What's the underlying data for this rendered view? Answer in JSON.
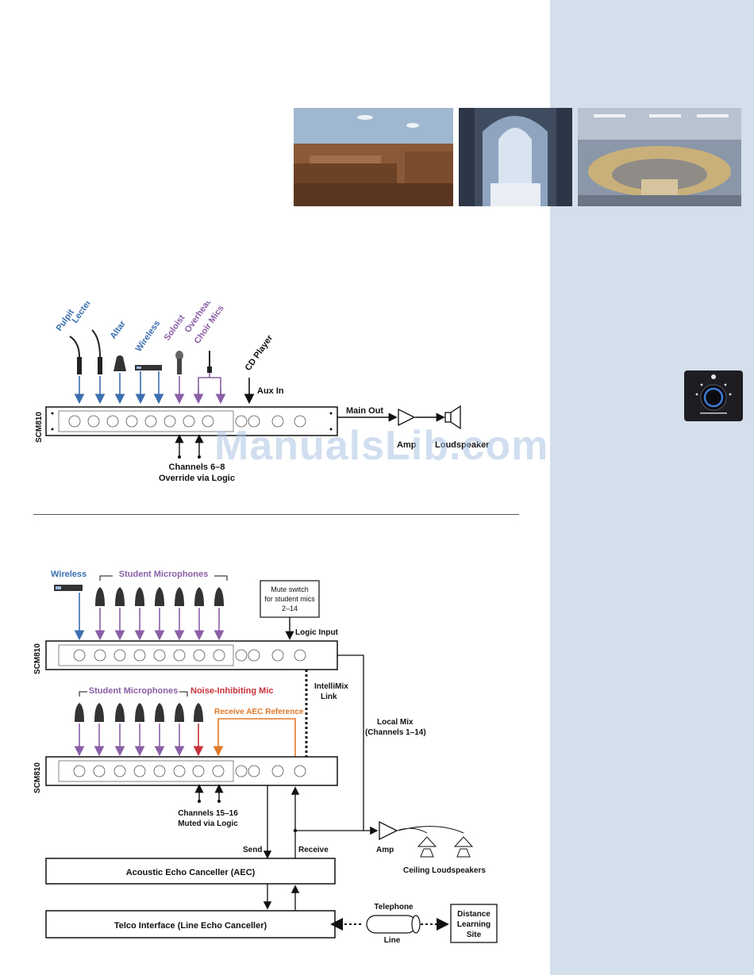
{
  "watermark": "ManualsLib.com",
  "colors": {
    "sidebar": "#d4dfec",
    "blue": "#3b6fb0",
    "purple": "#8a5fa6",
    "red": "#c8323c",
    "orange": "#e0782a",
    "ink": "#111111"
  },
  "diagram1": {
    "device_label": "SCM810",
    "inputs": {
      "pulpit": "Pulpit",
      "lectern": "Lectern",
      "altar": "Altar",
      "wireless": "Wireless",
      "soloist": "Soloist",
      "overhead": "Overhead",
      "choir_mics": "Choir Mics",
      "cd_player": "CD Player"
    },
    "aux_in": "Aux In",
    "main_out": "Main Out",
    "amp": "Amp",
    "loudspeaker": "Loudspeaker",
    "logic_note_line1": "Channels 6–8",
    "logic_note_line2": "Override via Logic"
  },
  "diagram2": {
    "device_label": "SCM810",
    "wireless": "Wireless",
    "student_mics_top": "Student Microphones",
    "mute_switch_lines": [
      "Mute switch",
      "for student mics",
      "2–14"
    ],
    "logic_input": "Logic Input",
    "intellimix_line1": "IntelliMix",
    "intellimix_line2": "Link",
    "student_mics_bottom": "Student Microphones",
    "noise_mic": "Noise-Inhibiting Mic",
    "aec_reference": "Receive AEC Reference",
    "local_mix_line1": "Local Mix",
    "local_mix_line2": "(Channels 1–14)",
    "channels_note_line1": "Channels 15–16",
    "channels_note_line2": "Muted via Logic",
    "send": "Send",
    "receive": "Receive",
    "amp": "Amp",
    "ceiling_loudspeakers": "Ceiling Loudspeakers",
    "aec_box": "Acoustic Echo Canceller (AEC)",
    "telco_box": "Telco Interface (Line Echo Canceller)",
    "telephone": "Telephone",
    "line": "Line",
    "site_lines": [
      "Distance",
      "Learning",
      "Site"
    ]
  }
}
